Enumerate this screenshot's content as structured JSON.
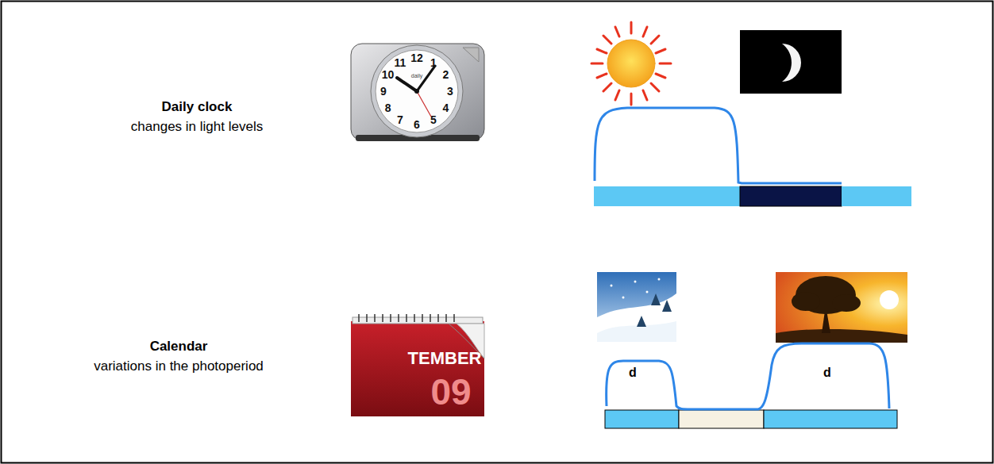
{
  "diagram": {
    "labels": [
      "Daily clock",
      "changes in light levels",
      "Calendar",
      "variations in the photoperiod",
      "12",
      "1",
      "2",
      "3",
      "4",
      "5",
      "6",
      "7",
      "8",
      "9",
      "10",
      "11",
      "daily",
      "TEMBER",
      "09",
      "d",
      "d"
    ]
  }
}
